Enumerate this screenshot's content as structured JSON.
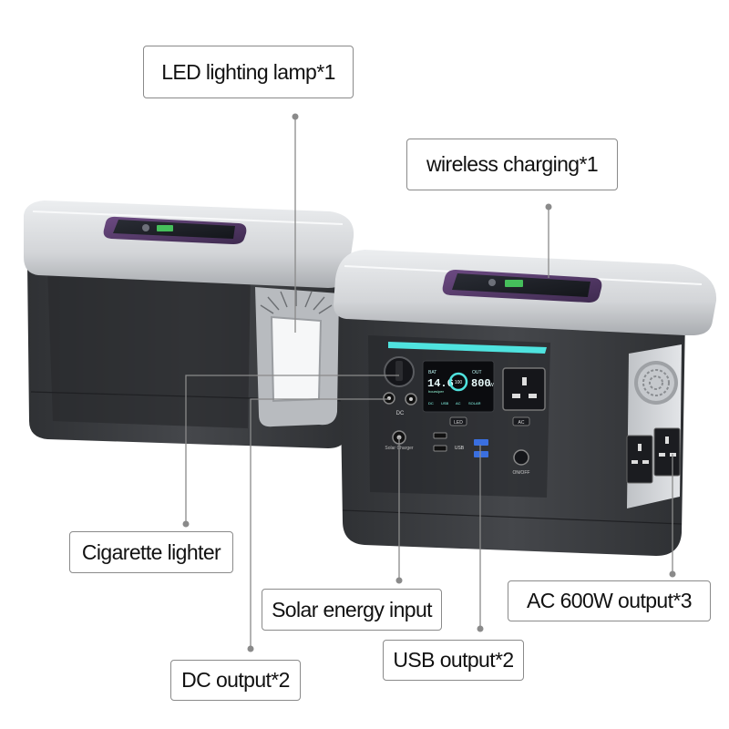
{
  "callouts": {
    "led_lamp": "LED lighting lamp*1",
    "wireless_charging": "wireless charging*1",
    "cigarette_lighter": "Cigarette lighter",
    "solar_input": "Solar energy input",
    "ac_output": "AC 600W output*3",
    "usb_output": "USB output*2",
    "dc_output": "DC output*2"
  },
  "front_panel": {
    "display_battery_label": "BAT",
    "display_battery_value": "14.6",
    "display_battery_unit": "hours/per",
    "display_percent": "100",
    "display_output_label": "OUT",
    "display_output_value": "800",
    "display_output_unit": "W",
    "display_status_dc": "DC",
    "display_status_usb": "USB",
    "display_status_ac": "AC",
    "display_status_solar": "SOLAR",
    "btn_dc": "DC",
    "btn_led": "LED",
    "btn_usb": "USB",
    "btn_ac": "AC",
    "solar_charger": "Solar Charger",
    "on_off": "ON/OFF"
  },
  "colors": {
    "body_dark": "#3b3d41",
    "lid_silver": "#d6d8db",
    "phone_purple": "#5a3a6e",
    "accent_cyan": "#4fe3df",
    "usb_blue": "#3a6fe0"
  }
}
